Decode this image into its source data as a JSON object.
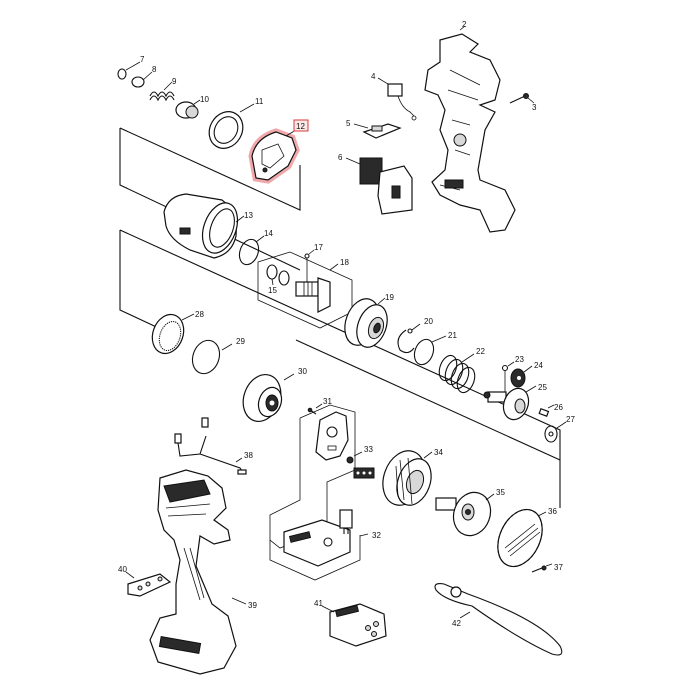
{
  "diagram": {
    "type": "exploded-parts-diagram",
    "subject": "cordless impact driver",
    "highlighted_part": "12",
    "highlight_color": "#d83a3a",
    "parts": [
      {
        "id": "2",
        "label": "2",
        "name": "housing-right"
      },
      {
        "id": "3",
        "label": "3",
        "name": "screw"
      },
      {
        "id": "4",
        "label": "4",
        "name": "led-light"
      },
      {
        "id": "5",
        "label": "5",
        "name": "switch-lever"
      },
      {
        "id": "6",
        "label": "6",
        "name": "trigger-switch"
      },
      {
        "id": "7",
        "label": "7",
        "name": "retaining-ring"
      },
      {
        "id": "8",
        "label": "8",
        "name": "ring"
      },
      {
        "id": "9",
        "label": "9",
        "name": "spring"
      },
      {
        "id": "10",
        "label": "10",
        "name": "sleeve"
      },
      {
        "id": "11",
        "label": "11",
        "name": "bumper-ring"
      },
      {
        "id": "12",
        "label": "12",
        "name": "front-cover"
      },
      {
        "id": "13",
        "label": "13",
        "name": "hammer-case"
      },
      {
        "id": "14",
        "label": "14",
        "name": "washer"
      },
      {
        "id": "15",
        "label": "15",
        "name": "o-rings"
      },
      {
        "id": "17",
        "label": "17",
        "name": "steel-ball"
      },
      {
        "id": "18",
        "label": "18",
        "name": "anvil-assembly"
      },
      {
        "id": "19",
        "label": "19",
        "name": "hammer"
      },
      {
        "id": "20",
        "label": "20",
        "name": "ball-set"
      },
      {
        "id": "21",
        "label": "21",
        "name": "flat-washer"
      },
      {
        "id": "22",
        "label": "22",
        "name": "compression-spring"
      },
      {
        "id": "23",
        "label": "23",
        "name": "steel-ball"
      },
      {
        "id": "24",
        "label": "24",
        "name": "spur-gear"
      },
      {
        "id": "25",
        "label": "25",
        "name": "spindle"
      },
      {
        "id": "26",
        "label": "26",
        "name": "pin"
      },
      {
        "id": "27",
        "label": "27",
        "name": "washer"
      },
      {
        "id": "28",
        "label": "28",
        "name": "internal-gear"
      },
      {
        "id": "29",
        "label": "29",
        "name": "o-ring"
      },
      {
        "id": "30",
        "label": "30",
        "name": "bearing-box"
      },
      {
        "id": "31",
        "label": "31",
        "name": "screw"
      },
      {
        "id": "32",
        "label": "32",
        "name": "controller"
      },
      {
        "id": "33",
        "label": "33",
        "name": "screw"
      },
      {
        "id": "34",
        "label": "34",
        "name": "stator"
      },
      {
        "id": "35",
        "label": "35",
        "name": "rotor"
      },
      {
        "id": "36",
        "label": "36",
        "name": "rear-cover"
      },
      {
        "id": "37",
        "label": "37",
        "name": "screw"
      },
      {
        "id": "38",
        "label": "38",
        "name": "lead-wire"
      },
      {
        "id": "39",
        "label": "39",
        "name": "housing-set"
      },
      {
        "id": "40",
        "label": "40",
        "name": "name-plate"
      },
      {
        "id": "41",
        "label": "41",
        "name": "terminal"
      },
      {
        "id": "42",
        "label": "42",
        "name": "strap"
      }
    ]
  }
}
